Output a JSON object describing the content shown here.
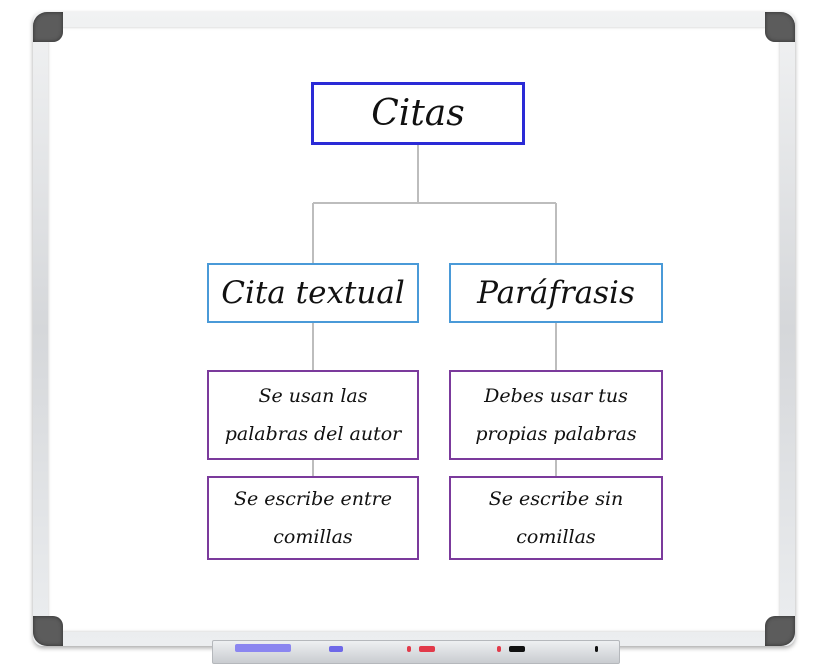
{
  "diagram": {
    "root": "Citas",
    "branches": [
      {
        "title": "Cita textual",
        "details": [
          [
            "Se usan las",
            "palabras del autor"
          ],
          [
            "Se escribe entre",
            "comillas"
          ]
        ]
      },
      {
        "title": "Paráfrasis",
        "details": [
          [
            "Debes usar tus",
            "propias palabras"
          ],
          [
            "Se escribe sin",
            "comillas"
          ]
        ]
      }
    ]
  },
  "colors": {
    "root_border": "#2a2ad6",
    "branch_border": "#4a9ad8",
    "leaf_border": "#7b3a9c",
    "connector": "#bdbdbd"
  }
}
